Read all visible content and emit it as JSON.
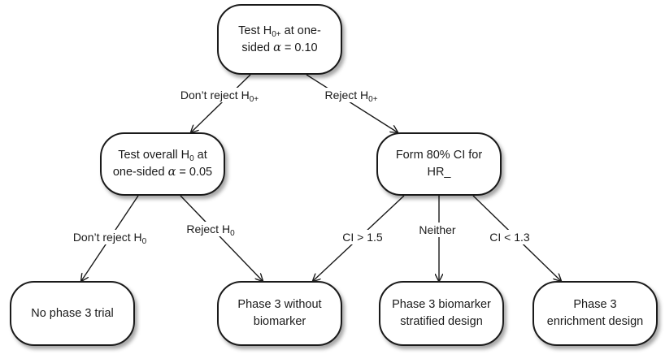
{
  "nodes": {
    "root": {
      "line1_pre": "Test H",
      "line1_sub": "0+",
      "line1_post": " at one-",
      "line2_pre": "sided ",
      "alpha": "α",
      "line2_post": " = 0.10"
    },
    "overall": {
      "line1_pre": "Test overall H",
      "line1_sub": "0",
      "line1_post": " at",
      "line2_pre": "one-sided ",
      "alpha": "α",
      "line2_post": " = 0.05"
    },
    "ci": {
      "line1": "Form 80% CI for",
      "line2": "HR_"
    },
    "no_trial": {
      "line1": "No phase 3 trial"
    },
    "without": {
      "line1": "Phase 3 without",
      "line2": "biomarker"
    },
    "stratified": {
      "line1": "Phase 3 biomarker",
      "line2": "stratified design"
    },
    "enrichment": {
      "line1": "Phase 3",
      "line2": "enrichment design"
    }
  },
  "edges": {
    "root_dont": {
      "pre": "Don’t reject H",
      "sub": "0+"
    },
    "root_reject": {
      "pre": "Reject H",
      "sub": "0+"
    },
    "overall_dont": {
      "pre": "Don’t reject H",
      "sub": "0"
    },
    "overall_reject": {
      "pre": "Reject H",
      "sub": "0"
    },
    "ci_gt": {
      "pre": "CI > 1.5"
    },
    "ci_neither": {
      "pre": "Neither"
    },
    "ci_lt": {
      "pre": "CI < 1.3"
    }
  }
}
